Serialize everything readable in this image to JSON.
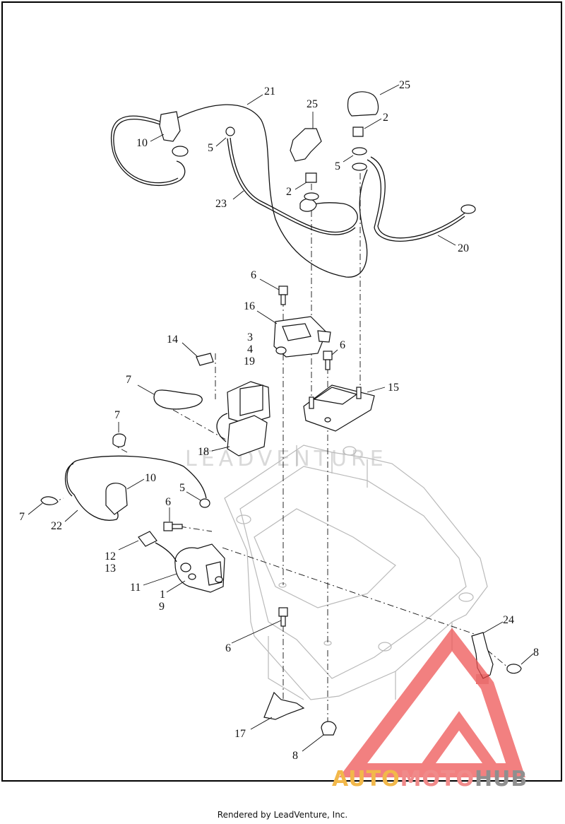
{
  "diagram": {
    "callouts": [
      {
        "id": "c21",
        "text": "21"
      },
      {
        "id": "c25a",
        "text": "25"
      },
      {
        "id": "c25b",
        "text": "25"
      },
      {
        "id": "c2a",
        "text": "2"
      },
      {
        "id": "c2b",
        "text": "2"
      },
      {
        "id": "c10a",
        "text": "10"
      },
      {
        "id": "c5a",
        "text": "5"
      },
      {
        "id": "c5b",
        "text": "5"
      },
      {
        "id": "c23",
        "text": "23"
      },
      {
        "id": "c20",
        "text": "20"
      },
      {
        "id": "c6a",
        "text": "6"
      },
      {
        "id": "c16",
        "text": "16"
      },
      {
        "id": "c14",
        "text": "14"
      },
      {
        "id": "c3",
        "text": "3"
      },
      {
        "id": "c4",
        "text": "4"
      },
      {
        "id": "c19",
        "text": "19"
      },
      {
        "id": "c6b",
        "text": "6"
      },
      {
        "id": "c15",
        "text": "15"
      },
      {
        "id": "c7a",
        "text": "7"
      },
      {
        "id": "c7b",
        "text": "7"
      },
      {
        "id": "c18",
        "text": "18"
      },
      {
        "id": "c10b",
        "text": "10"
      },
      {
        "id": "c5c",
        "text": "5"
      },
      {
        "id": "c7c",
        "text": "7"
      },
      {
        "id": "c22",
        "text": "22"
      },
      {
        "id": "c6c",
        "text": "6"
      },
      {
        "id": "c12",
        "text": "12"
      },
      {
        "id": "c13",
        "text": "13"
      },
      {
        "id": "c11",
        "text": "11"
      },
      {
        "id": "c1",
        "text": "1"
      },
      {
        "id": "c9",
        "text": "9"
      },
      {
        "id": "c6d",
        "text": "6"
      },
      {
        "id": "c24",
        "text": "24"
      },
      {
        "id": "c8a",
        "text": "8"
      },
      {
        "id": "c17",
        "text": "17"
      },
      {
        "id": "c8b",
        "text": "8"
      }
    ]
  },
  "watermark": "LEADVENTURE",
  "brand": {
    "part1": "AUTO",
    "part2": "MOTO",
    "part3": "HUB",
    "color1": "#f2b84a",
    "color2": "#f08a8a",
    "color3": "#8f8f8f"
  },
  "footer": "Rendered by LeadVenture, Inc."
}
